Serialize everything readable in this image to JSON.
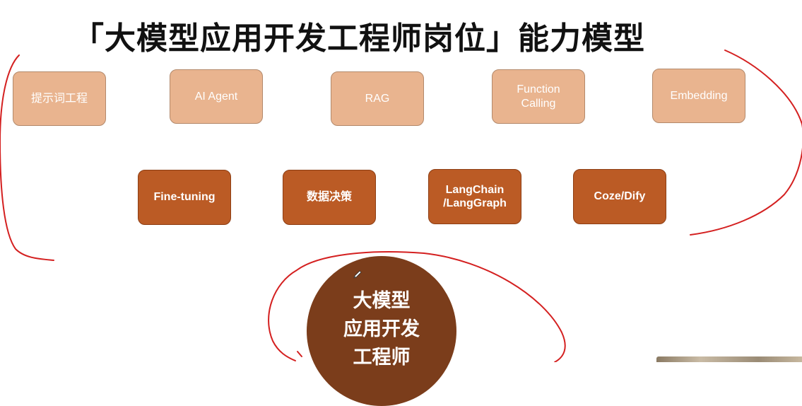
{
  "title": "「大模型应用开发工程师岗位」能力模型",
  "top_row": [
    {
      "label": "提示词工程"
    },
    {
      "label": "AI Agent"
    },
    {
      "label": "RAG"
    },
    {
      "label": "Function\nCalling"
    },
    {
      "label": "Embedding"
    }
  ],
  "bottom_row": [
    {
      "label": "Fine-tuning"
    },
    {
      "label": "数据决策"
    },
    {
      "label": "LangChain\n/LangGraph"
    },
    {
      "label": "Coze/Dify"
    }
  ],
  "center": {
    "line1": "大模型",
    "line2": "应用开发",
    "line3": "工程师"
  },
  "colors": {
    "top_box": "#e9b48f",
    "bottom_box": "#bb5b25",
    "center_circle": "#7b3d1b",
    "annotation_ink": "#d42020"
  },
  "icons": {
    "pen": "pen-icon"
  }
}
